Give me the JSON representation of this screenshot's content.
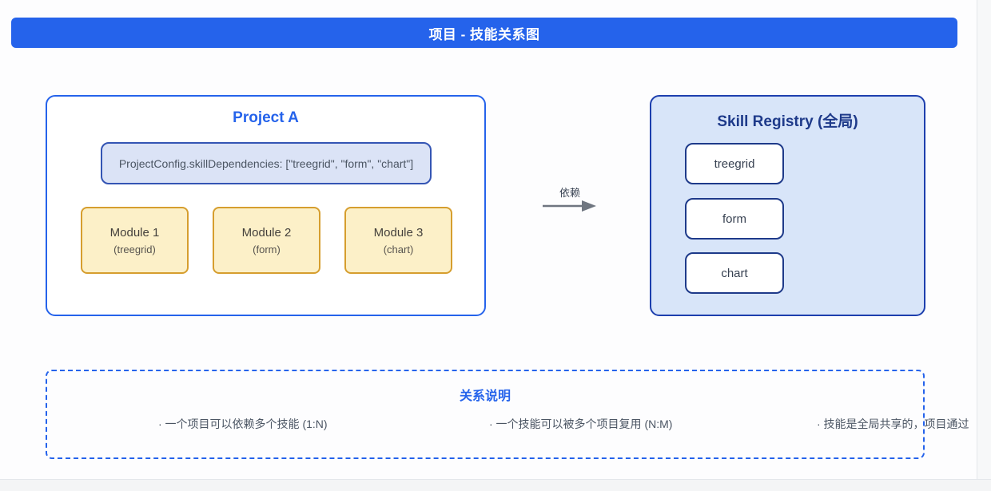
{
  "header": {
    "title": "项目 - 技能关系图"
  },
  "project": {
    "title": "Project A",
    "config": "ProjectConfig.skillDependencies: [\"treegrid\", \"form\", \"chart\"]",
    "modules": [
      {
        "name": "Module 1",
        "skill": "(treegrid)"
      },
      {
        "name": "Module 2",
        "skill": "(form)"
      },
      {
        "name": "Module 3",
        "skill": "(chart)"
      }
    ]
  },
  "arrow": {
    "label": "依赖"
  },
  "registry": {
    "title": "Skill Registry (全局)",
    "skills": [
      "treegrid",
      "form",
      "chart"
    ]
  },
  "relations": {
    "title": "关系说明",
    "items": [
      "·  一个项目可以依赖多个技能 (1:N)",
      "·  一个技能可以被多个项目复用 (N:M)",
      "·  技能是全局共享的，项目通过"
    ]
  },
  "colors": {
    "accent_blue": "#2563eb",
    "dark_navy": "#1e3a8a",
    "registry_fill": "#d8e5f9",
    "config_fill": "#dbe3f6",
    "config_border": "#3455b4",
    "amber_border": "#d69e2e",
    "amber_fill": "#fcf0c8",
    "arrow_gray": "#6f7680"
  }
}
